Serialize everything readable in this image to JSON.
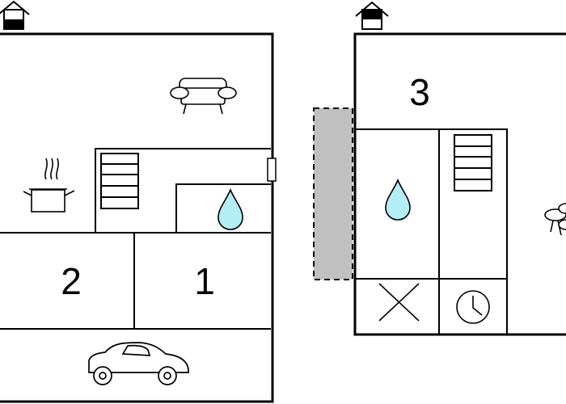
{
  "rooms": [
    {
      "id": "room-1",
      "label": "1"
    },
    {
      "id": "room-2",
      "label": "2"
    },
    {
      "id": "room-3",
      "label": "3"
    }
  ],
  "icons": {
    "floor_indicator": "house-floor-icon",
    "sofa": "sofa-icon",
    "kitchen": "cooking-pot-icon",
    "stairs": "stairs-icon",
    "bathroom": "water-drop-icon",
    "car": "car-icon",
    "sauna": "sauna-icon",
    "clock": "clock-icon",
    "terrace": "garden-furniture-icon"
  },
  "colors": {
    "water": "#b3eef7",
    "terrace": "#c0c0c0",
    "line": "#000000"
  }
}
